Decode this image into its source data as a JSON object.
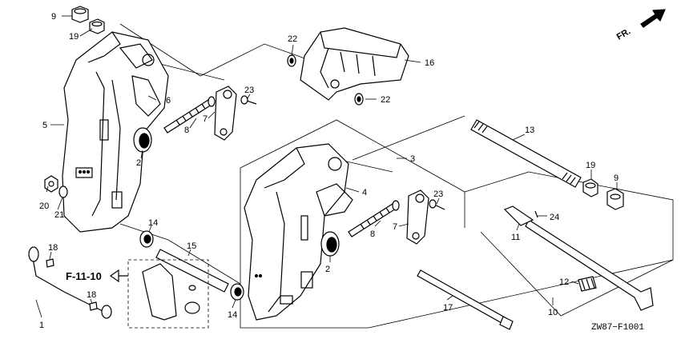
{
  "callouts": {
    "c1": "1",
    "c2a": "2",
    "c2b": "2",
    "c3": "3",
    "c4": "4",
    "c5": "5",
    "c6": "6",
    "c7a": "7",
    "c7b": "7",
    "c8a": "8",
    "c8b": "8",
    "c9a": "9",
    "c9b": "9",
    "c10": "10",
    "c11": "11",
    "c12": "12",
    "c13": "13",
    "c14a": "14",
    "c14b": "14",
    "c15": "15",
    "c16": "16",
    "c17": "17",
    "c18a": "18",
    "c18b": "18",
    "c19a": "19",
    "c19b": "19",
    "c20": "20",
    "c21": "21",
    "c22a": "22",
    "c22b": "22",
    "c23a": "23",
    "c23b": "23",
    "c24": "24"
  },
  "ref_label": "F-11-10",
  "direction_label": "FR.",
  "diagram_code": "ZW87−F1001"
}
